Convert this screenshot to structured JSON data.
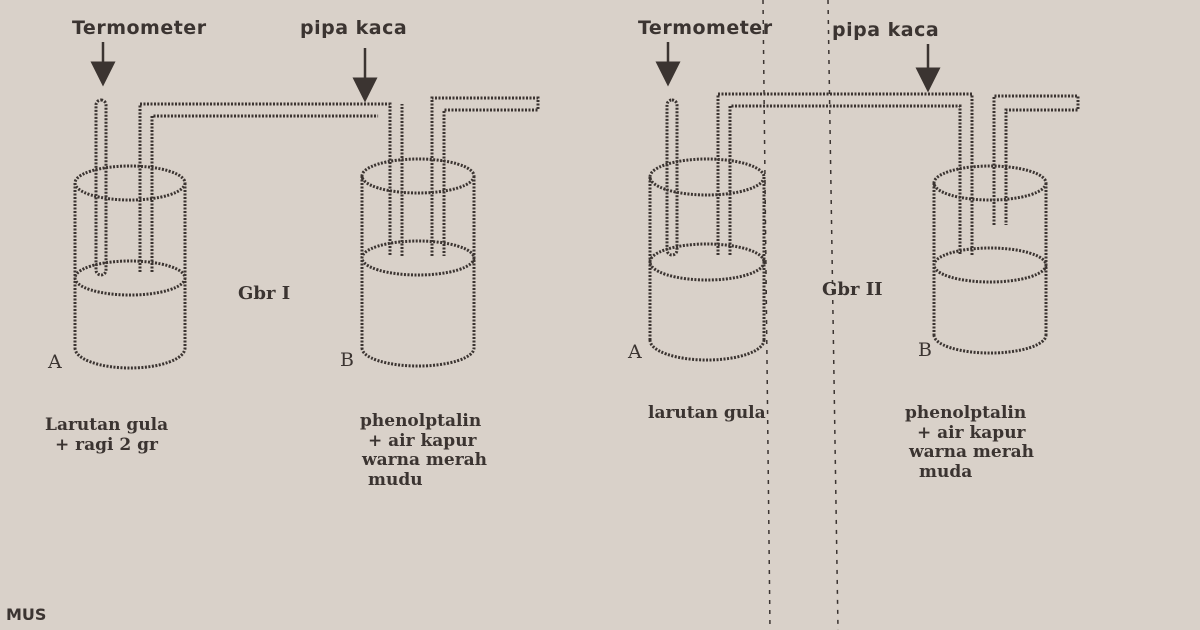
{
  "figure_1": {
    "thermometer_label": "Termometer",
    "tube_label": "pipa kaca",
    "caption": "Gbr I",
    "vessel_a": {
      "letter": "A",
      "text_lines": [
        "Larutan gula",
        "+ ragi 2 gr"
      ]
    },
    "vessel_b": {
      "letter": "B",
      "text_lines": [
        "phenolptalin",
        "+ air kapur",
        "warna merah",
        "mudu"
      ]
    }
  },
  "figure_2": {
    "thermometer_label": "Termometer",
    "tube_label": "pipa kaca",
    "caption": "Gbr II",
    "vessel_a": {
      "letter": "A",
      "text_lines": [
        "larutan gula"
      ]
    },
    "vessel_b": {
      "letter": "B",
      "text_lines": [
        "phenolptalin",
        "+ air kapur",
        "warna merah",
        "muda"
      ]
    }
  },
  "footer": {
    "text": "MUS"
  },
  "colors": {
    "paper": "#d9d1c9",
    "ink": "#3b3431"
  }
}
